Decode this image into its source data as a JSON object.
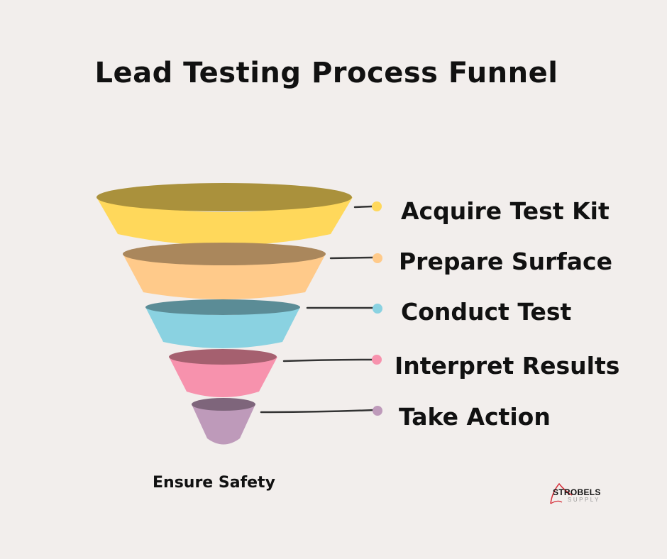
{
  "title": "Lead Testing Process Funnel",
  "stages": [
    {
      "label": "Acquire Test Kit",
      "color": "#ffd85b",
      "rim_color": "#aa913c"
    },
    {
      "label": "Prepare Surface",
      "color": "#ffca8a",
      "rim_color": "#aa875c"
    },
    {
      "label": "Conduct Test",
      "color": "#8ad2e1",
      "rim_color": "#5b8c96"
    },
    {
      "label": "Interpret Results",
      "color": "#f792ad",
      "rim_color": "#a5606f"
    },
    {
      "label": "Take Action",
      "color": "#be9aba",
      "rim_color": "#7e657b"
    }
  ],
  "footer": "Ensure Safety",
  "logo": {
    "brand": "STROBELS",
    "sub": "SUPPLY",
    "accent": "#d62f3a"
  }
}
